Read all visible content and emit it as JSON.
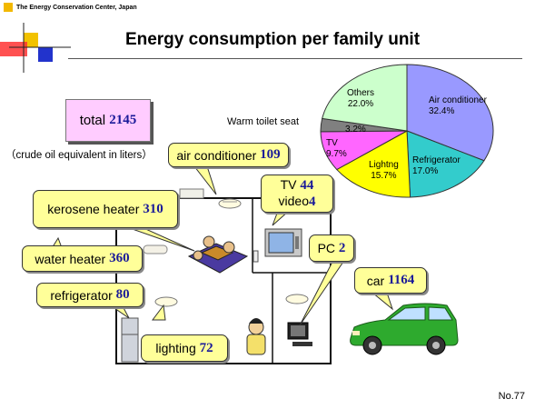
{
  "header": {
    "organization": "The Energy Conservation Center, Japan",
    "title": "Energy consumption per family unit",
    "slide_number": "No.77"
  },
  "total": {
    "label": "total",
    "value": "2145",
    "unit_note": "（crude oil equivalent in liters）"
  },
  "callouts": {
    "air_conditioner": {
      "label": "air conditioner",
      "value": "109"
    },
    "tv": {
      "label": "TV",
      "value": "44"
    },
    "video": {
      "label": "video",
      "value": "4"
    },
    "kerosene_heater": {
      "label": "kerosene heater",
      "value": "310"
    },
    "water_heater": {
      "label": "water heater",
      "value": "360"
    },
    "pc": {
      "label": "PC",
      "value": "2"
    },
    "refrigerator": {
      "label": "refrigerator",
      "value": "80"
    },
    "car": {
      "label": "car",
      "value": "1164"
    },
    "lighting": {
      "label": "lighting",
      "value": "72"
    }
  },
  "pie_outside_label": "Warm toilet seat",
  "chart_data": {
    "type": "pie",
    "slices": [
      {
        "label": "Air conditioner",
        "percent_text": "32.4%",
        "value": 32.4,
        "color": "#9999ff"
      },
      {
        "label": "Refrigerator",
        "percent_text": "17.0%",
        "value": 17.0,
        "color": "#33cccc"
      },
      {
        "label": "Lightng",
        "percent_text": "15.7%",
        "value": 15.7,
        "color": "#ffff00"
      },
      {
        "label": "TV",
        "percent_text": "9.7%",
        "value": 9.7,
        "color": "#ff66ff"
      },
      {
        "label": "",
        "percent_text": "3.2%",
        "value": 3.2,
        "color": "#808080"
      },
      {
        "label": "Others",
        "percent_text": "22.0%",
        "value": 22.0,
        "color": "#ccffcc"
      }
    ]
  },
  "colors": {
    "callout_fill": "#ffff99",
    "total_fill": "#ffccff",
    "value_text": "#1a1a99",
    "car_body": "#2eaa2e"
  }
}
